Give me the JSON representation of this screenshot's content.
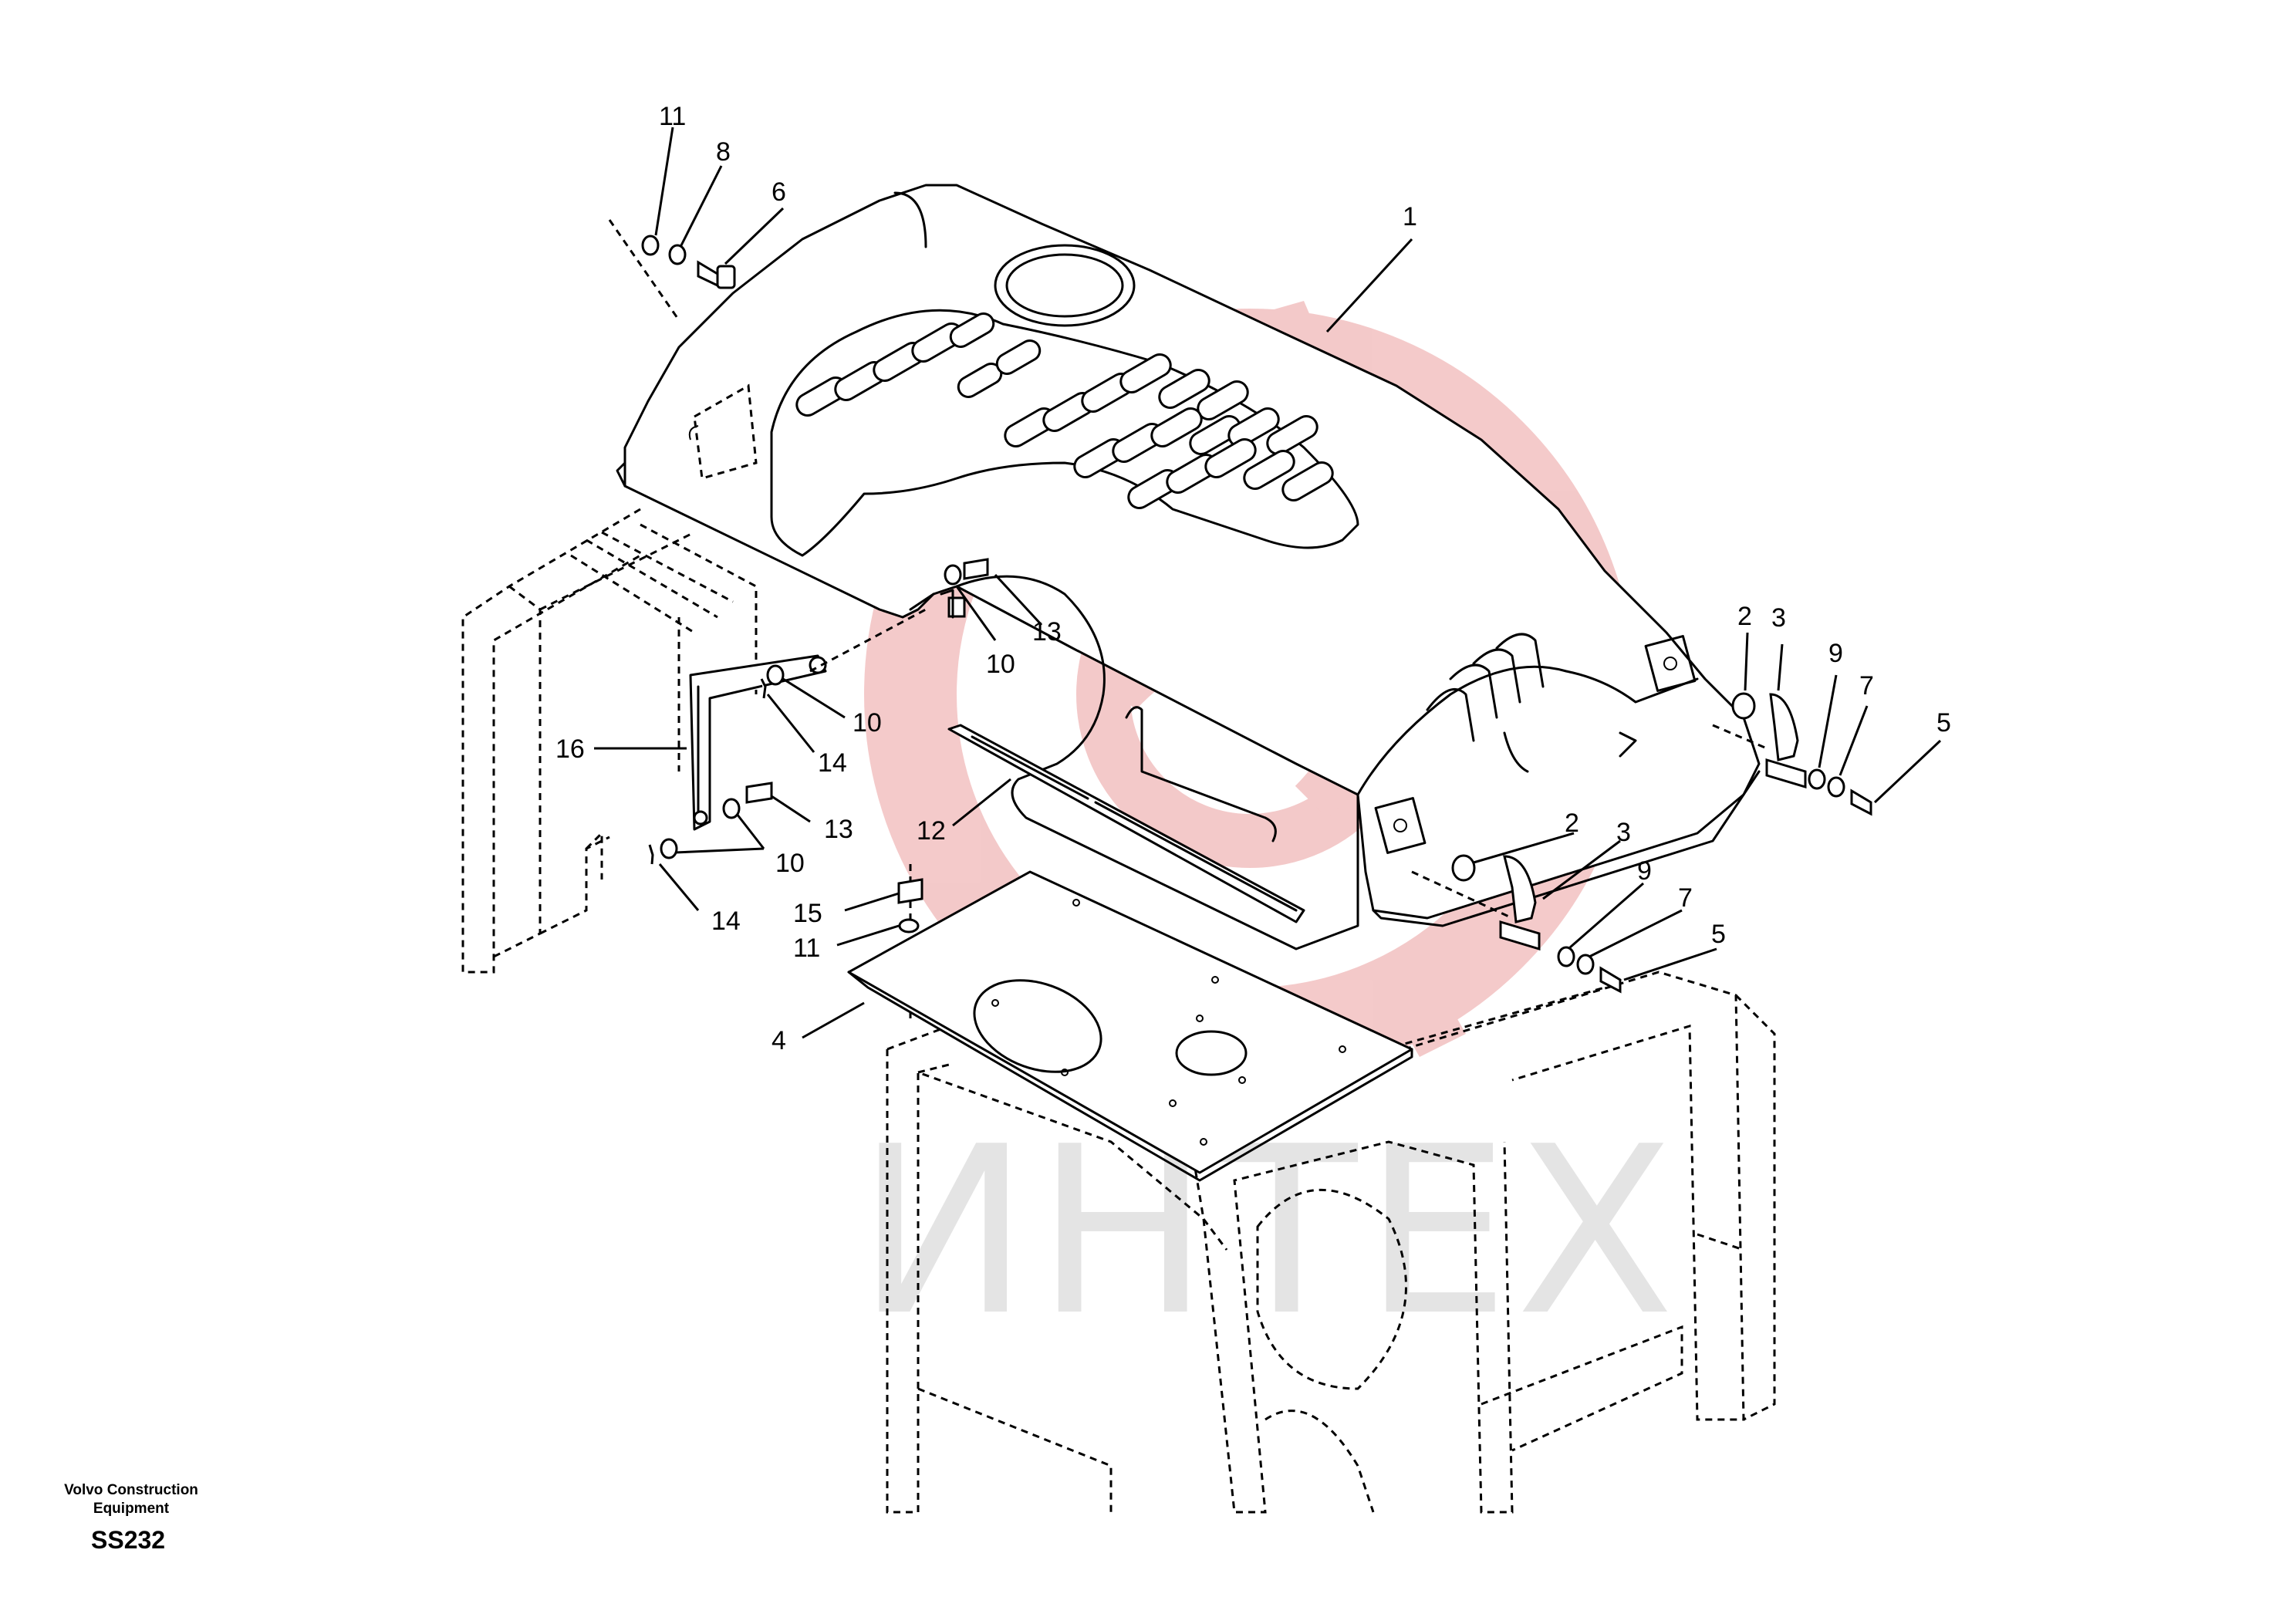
{
  "watermark": {
    "text": "ИНТЕХ",
    "logo_color": "#f3c7c7",
    "text_color": "#e4e4e4"
  },
  "footer": {
    "company_line1": "Volvo Construction",
    "company_line2": "Equipment",
    "code": "SS232"
  },
  "callouts": [
    {
      "id": "c-11-top",
      "label": "11"
    },
    {
      "id": "c-8",
      "label": "8"
    },
    {
      "id": "c-6",
      "label": "6"
    },
    {
      "id": "c-1",
      "label": "1"
    },
    {
      "id": "c-13-top",
      "label": "13"
    },
    {
      "id": "c-10-top",
      "label": "10"
    },
    {
      "id": "c-10-mid",
      "label": "10"
    },
    {
      "id": "c-14-mid",
      "label": "14"
    },
    {
      "id": "c-16",
      "label": "16"
    },
    {
      "id": "c-13-low",
      "label": "13"
    },
    {
      "id": "c-10-low",
      "label": "10"
    },
    {
      "id": "c-14-low",
      "label": "14"
    },
    {
      "id": "c-12",
      "label": "12"
    },
    {
      "id": "c-15",
      "label": "15"
    },
    {
      "id": "c-11-low",
      "label": "11"
    },
    {
      "id": "c-4",
      "label": "4"
    },
    {
      "id": "c-2-right",
      "label": "2"
    },
    {
      "id": "c-3-right",
      "label": "3"
    },
    {
      "id": "c-9-right",
      "label": "9"
    },
    {
      "id": "c-7-right",
      "label": "7"
    },
    {
      "id": "c-5-right",
      "label": "5"
    },
    {
      "id": "c-2-front",
      "label": "2"
    },
    {
      "id": "c-3-front",
      "label": "3"
    },
    {
      "id": "c-9-front",
      "label": "9"
    },
    {
      "id": "c-7-front",
      "label": "7"
    },
    {
      "id": "c-5-front",
      "label": "5"
    }
  ]
}
